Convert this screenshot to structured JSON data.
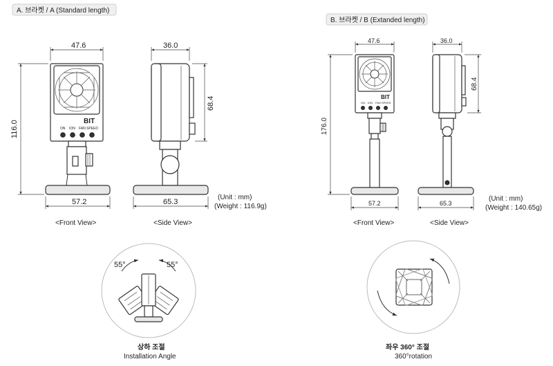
{
  "bracket_a": {
    "tag": "A. 브라켓 / A (Standard length)",
    "front": {
      "width": "47.6",
      "height": "116.0",
      "base": "57.2",
      "view": "<Front View>"
    },
    "side": {
      "width": "36.0",
      "height": "68.4",
      "base": "65.3",
      "view": "<Side View>"
    },
    "unit": "(Unit : mm)",
    "weight": "(Weight : 116.9g)",
    "logo": "BIT",
    "buttons": [
      "ON",
      "ION",
      "FAN",
      "SPEED"
    ],
    "angle": {
      "left": "55°",
      "right": "55°",
      "title": "상하 조절",
      "subtitle": "Installation Angle"
    }
  },
  "bracket_b": {
    "tag": "B. 브라켓 / B (Extanded length)",
    "front": {
      "width": "47.6",
      "height": "176.0",
      "base": "57.2",
      "view": "<Front View>"
    },
    "side": {
      "width": "36.0",
      "height": "68.4",
      "base": "65.3",
      "view": "<Side View>"
    },
    "unit": "(Unit : mm)",
    "weight": "(Weight : 140.65g)",
    "logo": "BIT",
    "buttons": [
      "ON",
      "ION",
      "FAN",
      "SPEED"
    ],
    "rotation": {
      "title": "좌우 360° 조절",
      "subtitle": "360°rotation"
    }
  }
}
